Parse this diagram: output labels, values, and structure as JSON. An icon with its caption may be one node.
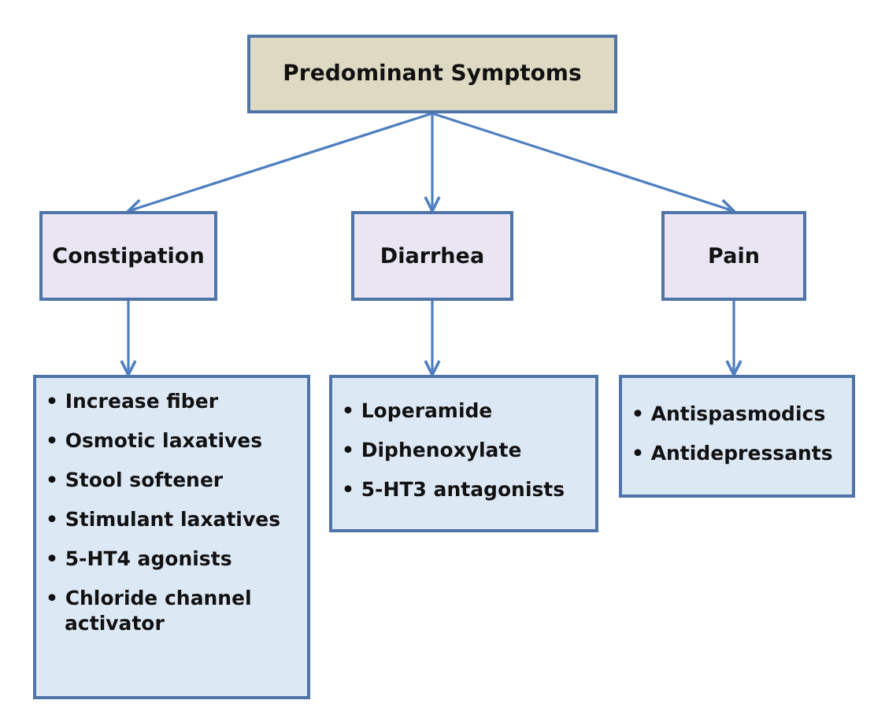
{
  "diagram": {
    "nodes": [
      {
        "text": [
          "Predominant Symptoms"
        ]
      },
      {
        "text": [
          "Constipation"
        ]
      },
      {
        "text": [
          "Diarrhea"
        ]
      },
      {
        "text": [
          "Pain"
        ]
      },
      {
        "text": [
          "• Increase fiber",
          "• Osmotic laxatives",
          "• Stool softener",
          "• Stimulant laxatives",
          "• 5-HT4 agonists",
          "• Chloride channel activator"
        ]
      },
      {
        "text": [
          "• Loperamide",
          "• Diphenoxylate",
          "• 5-HT3 antagonists"
        ]
      },
      {
        "text": [
          "• Antispasmodics",
          "• Antidepressants"
        ]
      }
    ],
    "edges": [
      {
        "from": 0,
        "to": 1,
        "arrow": "to"
      },
      {
        "from": 0,
        "to": 2,
        "arrow": "to"
      },
      {
        "from": 0,
        "to": 3,
        "arrow": "to"
      },
      {
        "from": 1,
        "to": 4,
        "arrow": "to"
      },
      {
        "from": 2,
        "to": 5,
        "arrow": "to"
      },
      {
        "from": 3,
        "to": 6,
        "arrow": "to"
      }
    ]
  }
}
